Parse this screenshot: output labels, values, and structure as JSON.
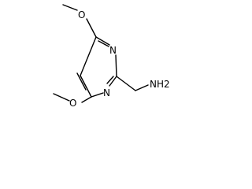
{
  "molecule": {
    "atoms": {
      "o_top": "O",
      "o_bottom": "O",
      "n_ring_upper": "N",
      "n_ring_lower": "N",
      "amine": "NH2"
    }
  },
  "colors": {
    "ink": "#000000",
    "background": "#ffffff"
  }
}
